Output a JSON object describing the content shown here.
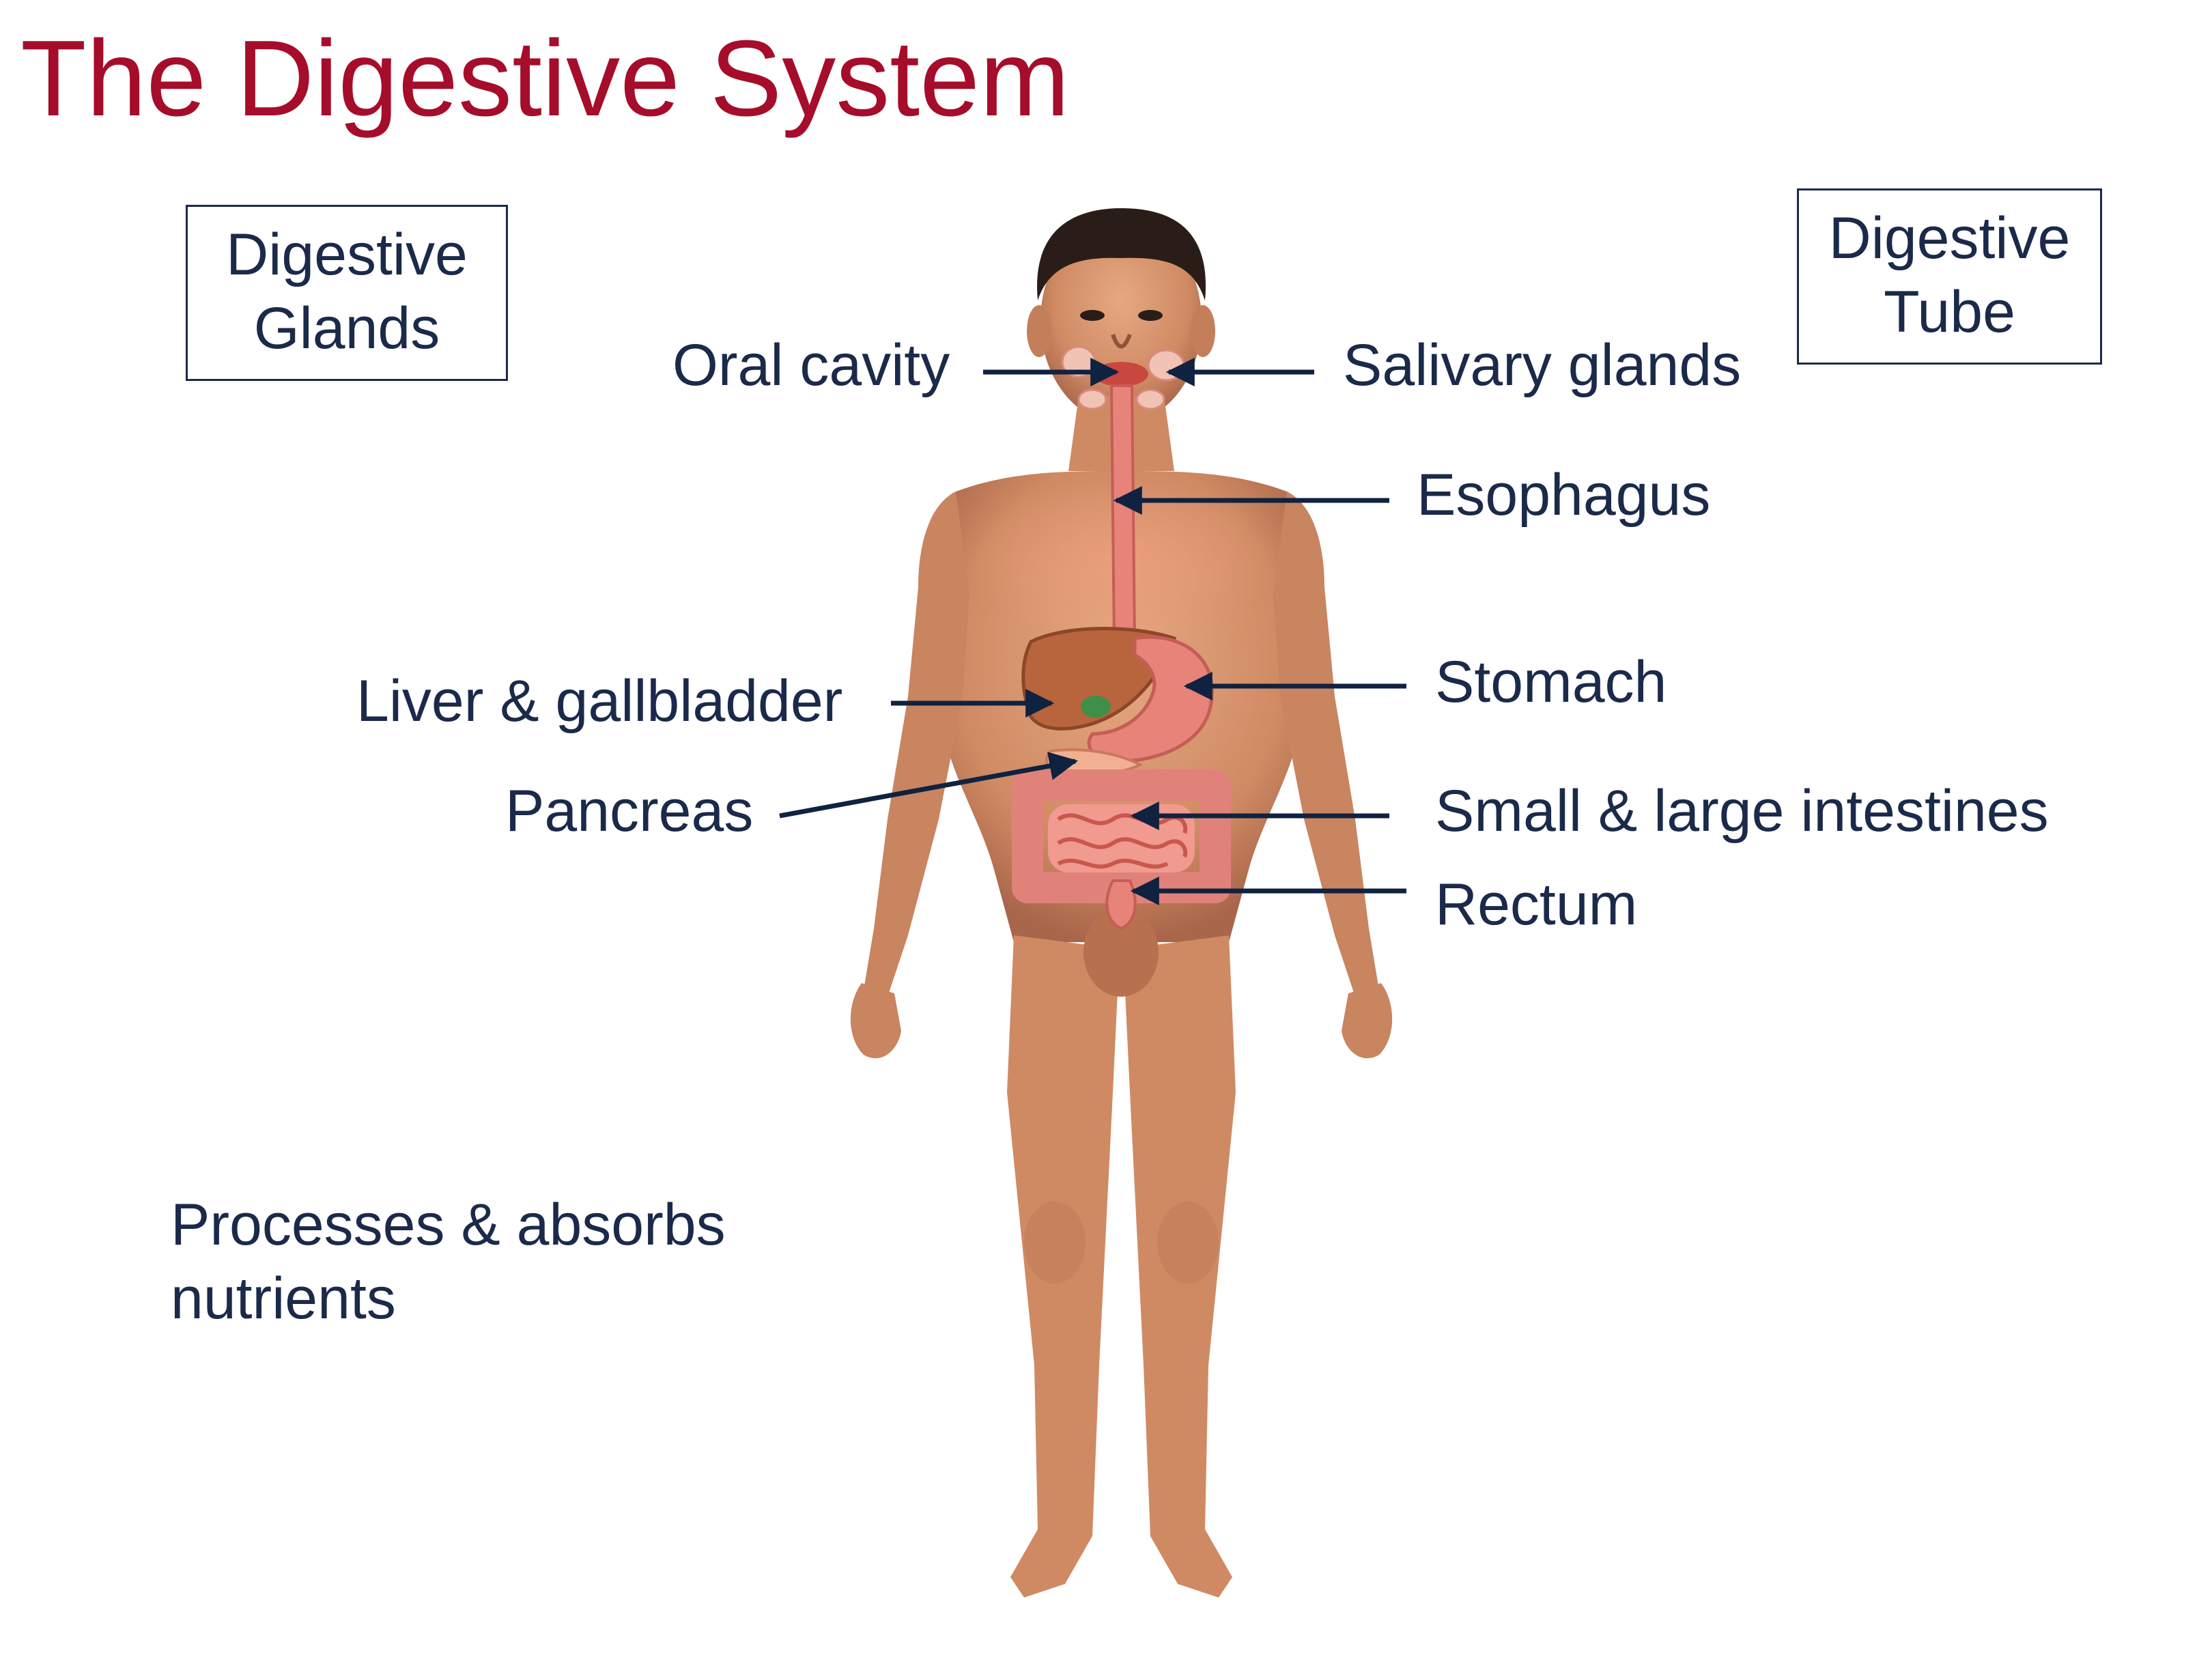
{
  "title": "The Digestive System",
  "boxes": {
    "glands": [
      "Digestive",
      "Glands"
    ],
    "tube": [
      "Digestive",
      "Tube"
    ]
  },
  "labels": {
    "oral_cavity": "Oral cavity",
    "salivary_glands": "Salivary glands",
    "esophagus": "Esophagus",
    "liver": "Liver & gallbladder",
    "stomach": "Stomach",
    "pancreas": "Pancreas",
    "intestines": "Small & large intestines",
    "rectum": "Rectum"
  },
  "note": [
    "Processes & absorbs",
    "nutrients"
  ],
  "colors": {
    "title": "#a50d2b",
    "text": "#1b2a4a",
    "skin": "#d99a72",
    "organ": "#e8837a",
    "liver": "#b8643d"
  }
}
